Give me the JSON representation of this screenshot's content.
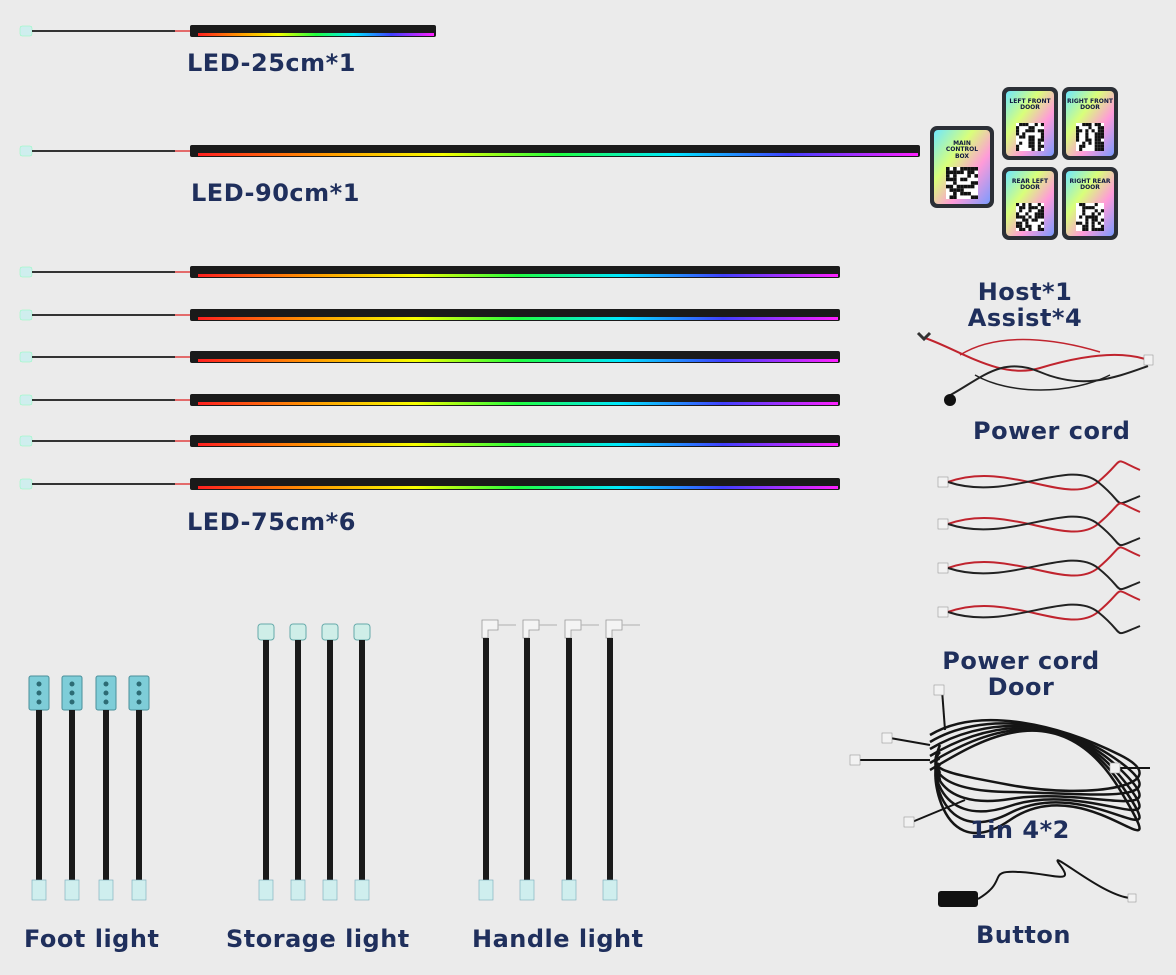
{
  "labels": {
    "led25": "LED-25cm*1",
    "led90": "LED-90cm*1",
    "led75": "LED-75cm*6",
    "host": "Host*1",
    "assist": "Assist*4",
    "power_cord": "Power cord",
    "power_cord_door_1": "Power cord",
    "power_cord_door_2": "Door",
    "one_in_four": "1in 4*2",
    "button": "Button",
    "foot_light": "Foot light",
    "storage_light": "Storage light",
    "handle_light": "Handle light"
  },
  "control_boxes": {
    "main": "MAIN CONTROL BOX",
    "left_front": "LEFT FRONT DOOR",
    "right_front": "RIGHT FRONT DOOR",
    "rear_left": "REAR LEFT DOOR",
    "right_rear": "RIGHT REAR DOOR"
  },
  "colors": {
    "label_text": "#1f2f5c",
    "background": "#ebebeb",
    "strip_body": "#1a1a1a",
    "rgb_start": "#ff2020",
    "rgb_end": "#ff20ff"
  },
  "icons": [
    "led-strip",
    "control-box",
    "qr-code",
    "power-cord",
    "wire-harness",
    "button-switch",
    "foot-light",
    "storage-light",
    "handle-light"
  ]
}
